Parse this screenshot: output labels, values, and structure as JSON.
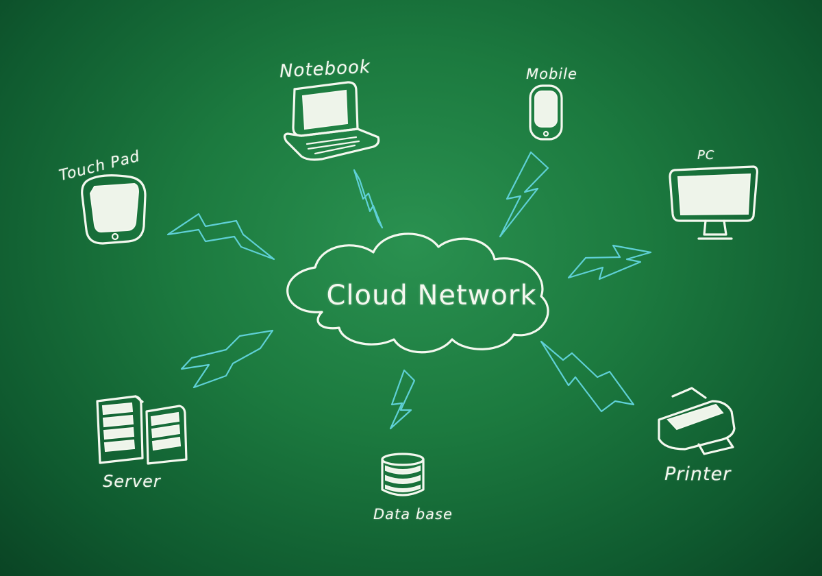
{
  "center": {
    "label": "Cloud Network"
  },
  "nodes": [
    {
      "id": "notebook",
      "label": "Notebook",
      "icon": "notebook-icon"
    },
    {
      "id": "mobile",
      "label": "Mobile",
      "icon": "mobile-phone-icon"
    },
    {
      "id": "touchpad",
      "label": "Touch Pad",
      "icon": "tablet-icon"
    },
    {
      "id": "pc",
      "label": "PC",
      "icon": "monitor-icon"
    },
    {
      "id": "server",
      "label": "Server",
      "icon": "server-icon"
    },
    {
      "id": "database",
      "label": "Data base",
      "icon": "database-icon"
    },
    {
      "id": "printer",
      "label": "Printer",
      "icon": "printer-icon"
    }
  ],
  "colors": {
    "board": "#1c7a3f",
    "chalk": "#f4f8ef",
    "bolt": "#5fd0d6"
  }
}
